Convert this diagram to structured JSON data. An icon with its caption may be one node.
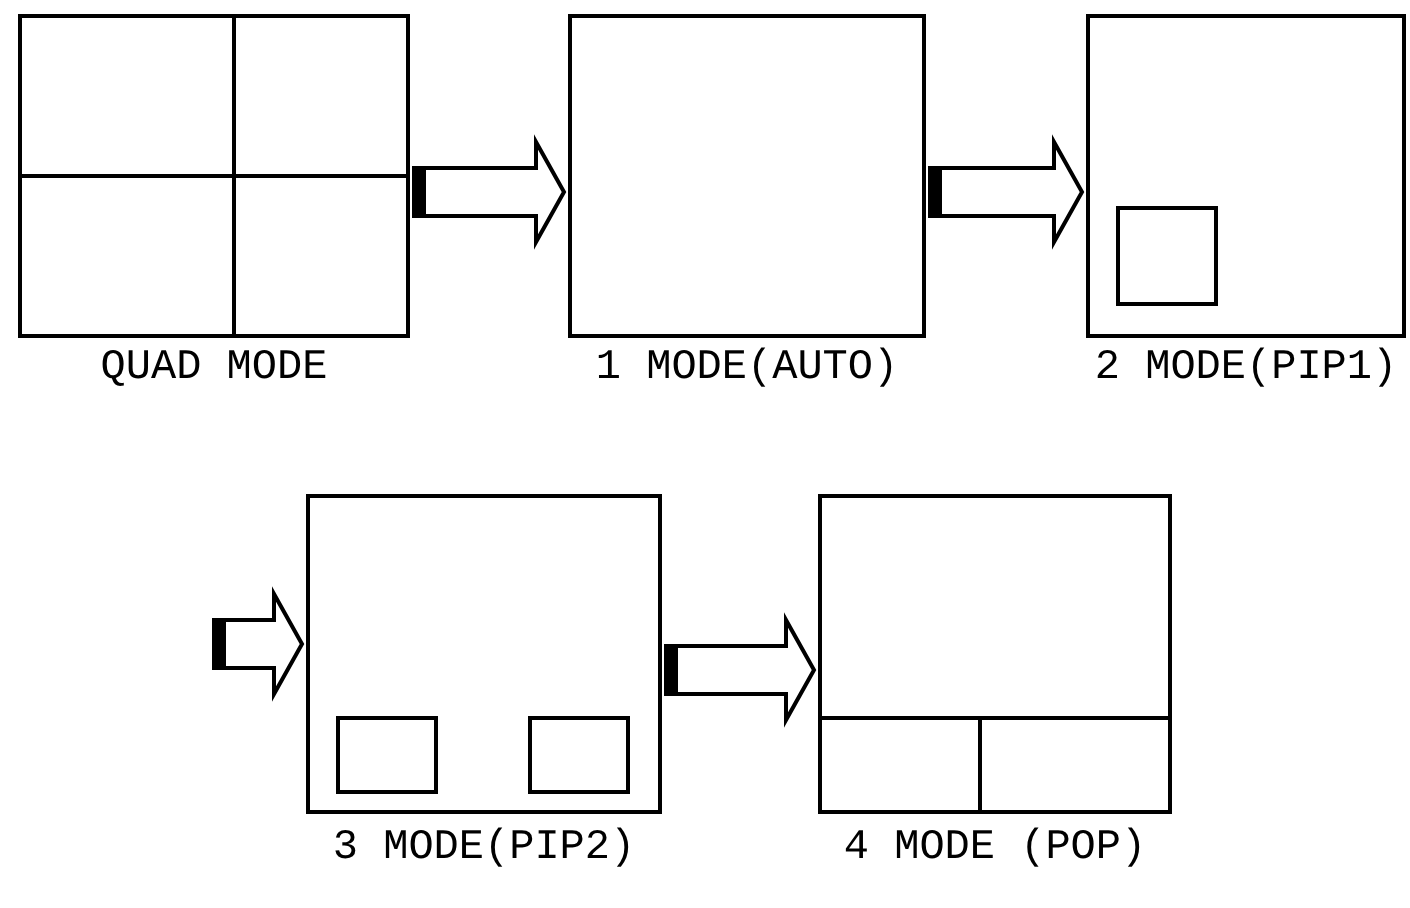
{
  "diagram": {
    "nodes": [
      {
        "text": [
          "QUAD MODE"
        ]
      },
      {
        "text": [
          "1 MODE(AUTO)"
        ]
      },
      {
        "text": [
          "2 MODE(PIP1)"
        ]
      },
      {
        "text": [
          "3 MODE(PIP2)"
        ]
      },
      {
        "text": [
          "4 MODE (POP)"
        ]
      }
    ],
    "edges": [
      {
        "from": 0,
        "to": 1,
        "arrow": "to"
      },
      {
        "from": 1,
        "to": 2,
        "arrow": "to"
      },
      {
        "from": null,
        "to": 3,
        "arrow": "to"
      },
      {
        "from": 3,
        "to": 4,
        "arrow": "to"
      }
    ]
  }
}
